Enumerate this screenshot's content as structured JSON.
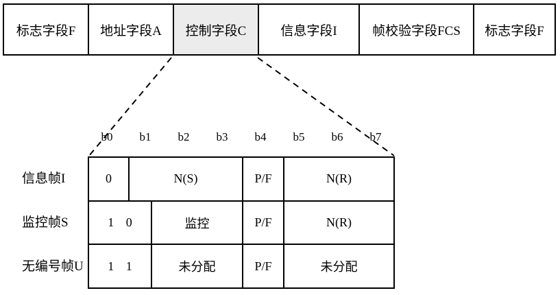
{
  "frame": {
    "fields": [
      "标志字段F",
      "地址字段A",
      "控制字段C",
      "信息字段I",
      "帧校验字段FCS",
      "标志字段F"
    ],
    "highlighted_field": "控制字段C",
    "highlight_color": "#ececec",
    "border_color": "#000000"
  },
  "bits": [
    "b0",
    "b1",
    "b2",
    "b3",
    "b4",
    "b5",
    "b6",
    "b7"
  ],
  "control_table": {
    "rows": [
      {
        "label": "信息帧I",
        "cells": [
          "0",
          "N(S)",
          "P/F",
          "N(R)"
        ]
      },
      {
        "label": "监控帧S",
        "cells": [
          "1 0",
          "监控",
          "P/F",
          "N(R)"
        ]
      },
      {
        "label": "无编号帧U",
        "cells": [
          "1 1",
          "未分配",
          "P/F",
          "未分配"
        ]
      }
    ]
  }
}
